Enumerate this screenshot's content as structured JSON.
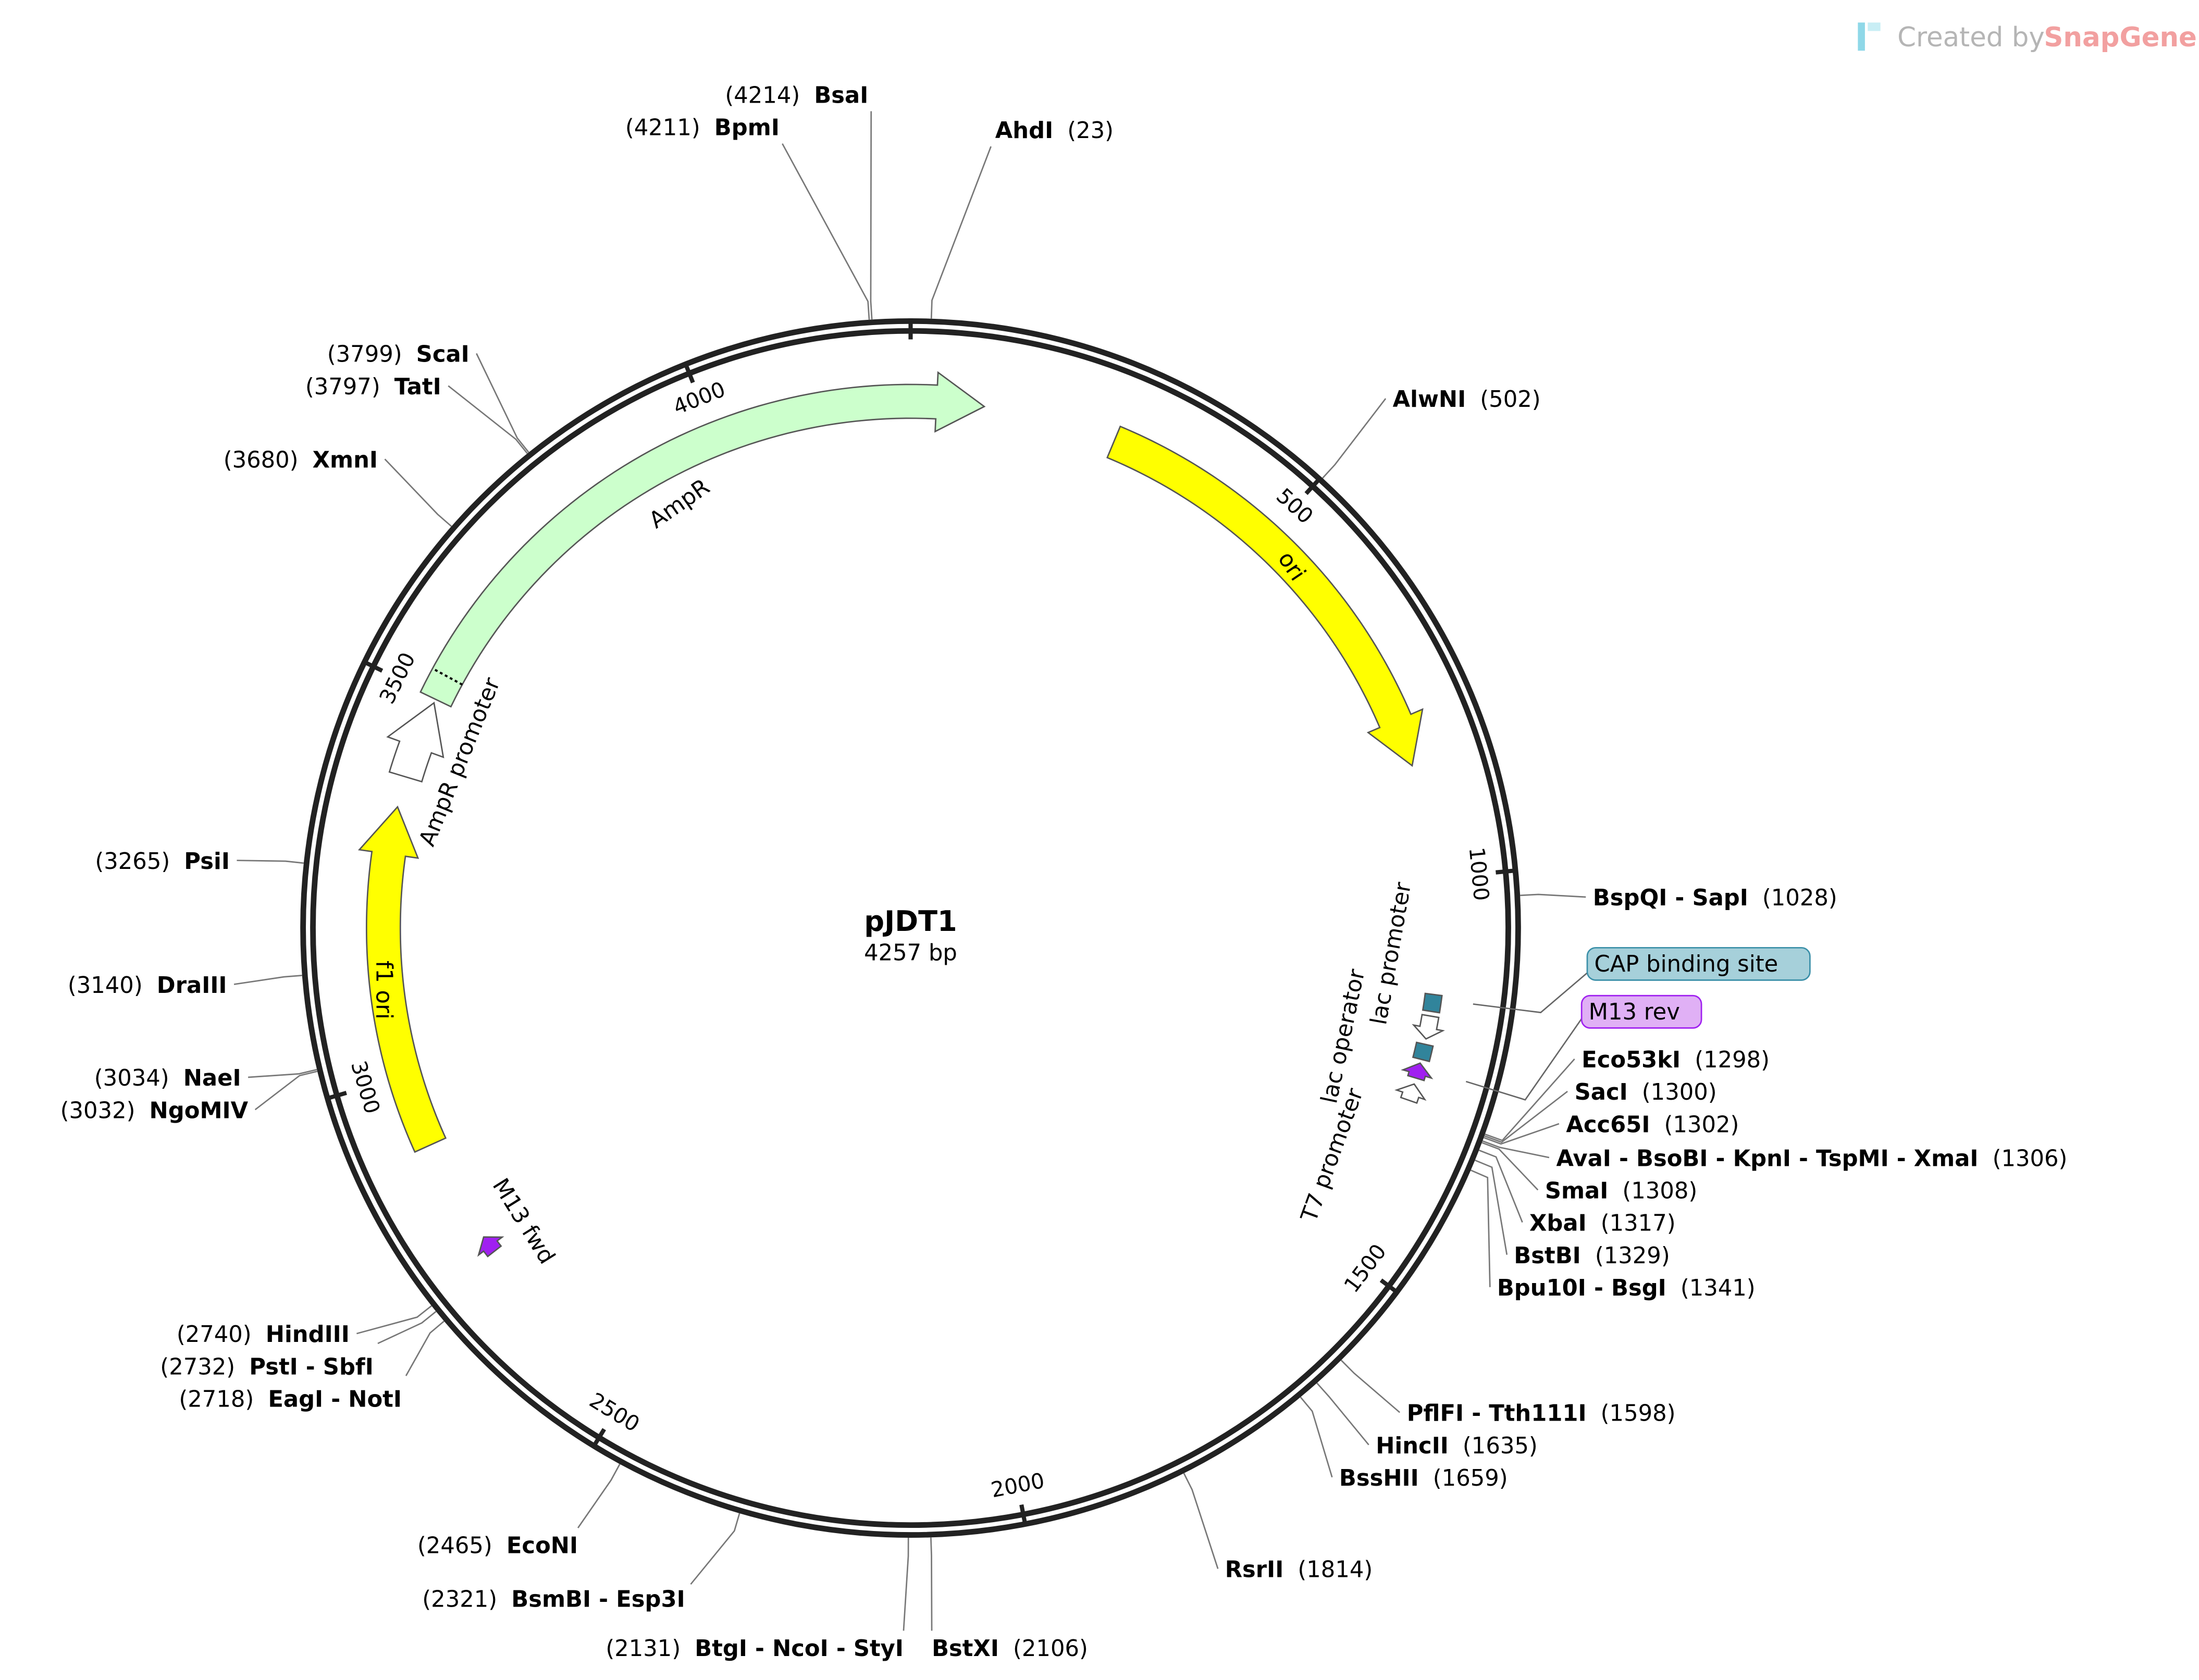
{
  "watermark": {
    "prefix": "Created by",
    "brand": "SnapGene",
    "brand_color": "#f28b8b",
    "icon": "snapgene-logo-icon"
  },
  "plasmid": {
    "name": "pJDT1",
    "length_label": "4257 bp",
    "length_bp": 4257
  },
  "ticks": [
    {
      "bp": 500,
      "label": "500"
    },
    {
      "bp": 1000,
      "label": "1000"
    },
    {
      "bp": 1500,
      "label": "1500"
    },
    {
      "bp": 2000,
      "label": "2000"
    },
    {
      "bp": 2500,
      "label": "2500"
    },
    {
      "bp": 3000,
      "label": "3000"
    },
    {
      "bp": 3500,
      "label": "3500"
    },
    {
      "bp": 4000,
      "label": "4000"
    }
  ],
  "features": [
    {
      "label": "ori",
      "start": 268,
      "end": 852,
      "direction": 1,
      "color": "#ffff00",
      "shape": "arrow"
    },
    {
      "label": "AmpR",
      "start": 3497,
      "end": 95,
      "direction": 1,
      "color": "#ccffcc",
      "shape": "arrow"
    },
    {
      "label": "AmpR promoter",
      "start": 3390,
      "end": 3492,
      "direction": 1,
      "color": "#ffffff",
      "shape": "arrow"
    },
    {
      "label": "f1 ori",
      "start": 2905,
      "end": 3350,
      "direction": 1,
      "color": "#ffff00",
      "shape": "arrow"
    },
    {
      "label": "M13 fwd",
      "start": 2745,
      "end": 2768,
      "direction": 1,
      "color": "#a020f0",
      "shape": "arrow"
    },
    {
      "label": "CAP binding site",
      "start": 1150,
      "end": 1172,
      "direction": 0,
      "color": "#31849b",
      "shape": "box"
    },
    {
      "label": "lac promoter",
      "start": 1178,
      "end": 1208,
      "direction": 1,
      "color": "#ffffff",
      "shape": "arrow"
    },
    {
      "label": "lac operator",
      "start": 1215,
      "end": 1235,
      "direction": 0,
      "color": "#31849b",
      "shape": "box"
    },
    {
      "label": "M13 rev",
      "start": 1240,
      "end": 1260,
      "direction": -1,
      "color": "#a020f0",
      "shape": "arrow"
    },
    {
      "label": "T7 promoter",
      "start": 1268,
      "end": 1290,
      "direction": -1,
      "color": "#ffffff",
      "shape": "arrow"
    }
  ],
  "callouts": {
    "cap": {
      "label": "CAP binding site",
      "fill": "#a6d0da",
      "stroke": "#3a8fa8"
    },
    "m13rev": {
      "label": "M13 rev",
      "fill": "#e0b0f5",
      "stroke": "#a020f0"
    }
  },
  "enzymes": [
    {
      "name": "AhdI",
      "pos": "(23)",
      "bp": 23
    },
    {
      "name": "AlwNI",
      "pos": "(502)",
      "bp": 502
    },
    {
      "name": "BspQI - SapI",
      "pos": "(1028)",
      "bp": 1028
    },
    {
      "name": "Eco53kI",
      "pos": "(1298)",
      "bp": 1298
    },
    {
      "name": "SacI",
      "pos": "(1300)",
      "bp": 1300
    },
    {
      "name": "Acc65I",
      "pos": "(1302)",
      "bp": 1302
    },
    {
      "name": "AvaI - BsoBI - KpnI - TspMI - XmaI",
      "pos": "(1306)",
      "bp": 1306
    },
    {
      "name": "SmaI",
      "pos": "(1308)",
      "bp": 1308
    },
    {
      "name": "XbaI",
      "pos": "(1317)",
      "bp": 1317
    },
    {
      "name": "BstBI",
      "pos": "(1329)",
      "bp": 1329
    },
    {
      "name": "Bpu10I - BsgI",
      "pos": "(1341)",
      "bp": 1341
    },
    {
      "name": "PflFI - Tth111I",
      "pos": "(1598)",
      "bp": 1598
    },
    {
      "name": "HincII",
      "pos": "(1635)",
      "bp": 1635
    },
    {
      "name": "BssHII",
      "pos": "(1659)",
      "bp": 1659
    },
    {
      "name": "RsrII",
      "pos": "(1814)",
      "bp": 1814
    },
    {
      "name": "BstXI",
      "pos": "(2106)",
      "bp": 2106
    },
    {
      "name": "BtgI - NcoI - StyI",
      "pos": "(2131)",
      "bp": 2131
    },
    {
      "name": "BsmBI - Esp3I",
      "pos": "(2321)",
      "bp": 2321
    },
    {
      "name": "EcoNI",
      "pos": "(2465)",
      "bp": 2465
    },
    {
      "name": "EagI - NotI",
      "pos": "(2718)",
      "bp": 2718
    },
    {
      "name": "PstI - SbfI",
      "pos": "(2732)",
      "bp": 2732
    },
    {
      "name": "HindIII",
      "pos": "(2740)",
      "bp": 2740
    },
    {
      "name": "NgoMIV",
      "pos": "(3032)",
      "bp": 3032
    },
    {
      "name": "NaeI",
      "pos": "(3034)",
      "bp": 3034
    },
    {
      "name": "DraIII",
      "pos": "(3140)",
      "bp": 3140
    },
    {
      "name": "PsiI",
      "pos": "(3265)",
      "bp": 3265
    },
    {
      "name": "XmnI",
      "pos": "(3680)",
      "bp": 3680
    },
    {
      "name": "TatI",
      "pos": "(3797)",
      "bp": 3797
    },
    {
      "name": "ScaI",
      "pos": "(3799)",
      "bp": 3799
    },
    {
      "name": "BpmI",
      "pos": "(4211)",
      "bp": 4211
    },
    {
      "name": "BsaI",
      "pos": "(4214)",
      "bp": 4214
    }
  ]
}
